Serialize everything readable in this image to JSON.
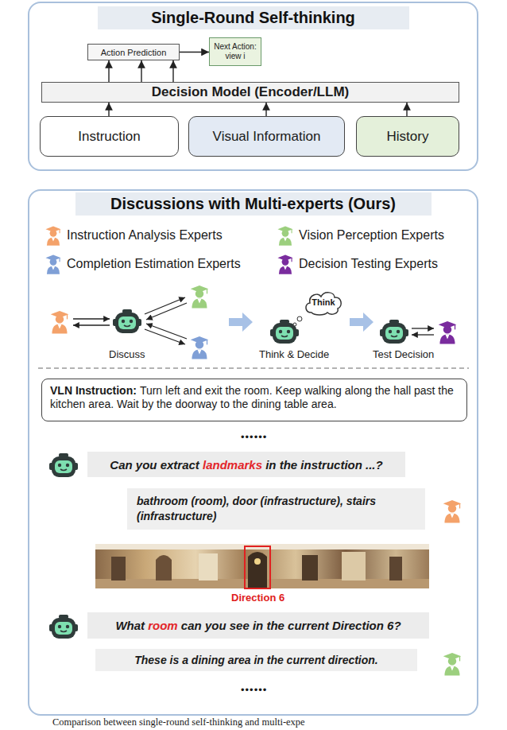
{
  "diagram": {
    "caption": "Comparison between single-round self-thinking and multi-expe",
    "nodes": [
      {
        "text": [
          "Single-Round Self-thinking"
        ]
      },
      {
        "text": [
          "Action Prediction"
        ],
        "in": 0
      },
      {
        "text": [
          "Next Action: view i"
        ],
        "in": 0
      },
      {
        "text": [
          "Decision Model (Encoder/LLM)"
        ],
        "in": 0
      },
      {
        "text": [
          "Instruction"
        ],
        "in": 0
      },
      {
        "text": [
          "Visual Information"
        ],
        "in": 0
      },
      {
        "text": [
          "History"
        ],
        "in": 0
      },
      {
        "text": [
          "Discussions with Multi-experts (Ours)"
        ]
      },
      {
        "text": [
          "Think"
        ],
        "in": 7
      },
      {
        "text": [
          "VLN Instruction:",
          "Turn left and exit the room. Keep walking along the hall past the kitchen area. Wait by the doorway to the dining table area."
        ],
        "in": 7
      },
      {
        "text": [
          "Can you extract landmarks in the instruction ...?"
        ],
        "in": 7
      },
      {
        "text": [
          "bathroom (room), door (infrastructure), stairs (infrastructure)"
        ],
        "in": 7
      },
      {
        "text": [
          "What room can you see in the current Direction 6?"
        ],
        "in": 7
      },
      {
        "text": [
          "These is a dining area in the current direction."
        ],
        "in": 7
      }
    ],
    "edges": [
      {
        "from": 3,
        "to": 1,
        "arrow": "to"
      },
      {
        "from": 3,
        "to": 1,
        "arrow": "to"
      },
      {
        "from": 3,
        "to": 1,
        "arrow": "to"
      },
      {
        "from": 1,
        "to": 2,
        "arrow": "to"
      },
      {
        "from": 4,
        "to": 3,
        "arrow": "to"
      },
      {
        "from": 5,
        "to": 3,
        "arrow": "to"
      },
      {
        "from": 6,
        "to": 3,
        "arrow": "to"
      }
    ],
    "labels": [
      "Discuss",
      "Think & Decide",
      "Test Decision",
      "••••••",
      "Direction 6",
      "••••••"
    ],
    "legend": [
      {
        "text": "Instruction Analysis Experts"
      },
      {
        "text": "Vision Perception Experts"
      },
      {
        "text": "Completion Estimation Experts"
      },
      {
        "text": "Decision Testing Experts"
      }
    ]
  }
}
